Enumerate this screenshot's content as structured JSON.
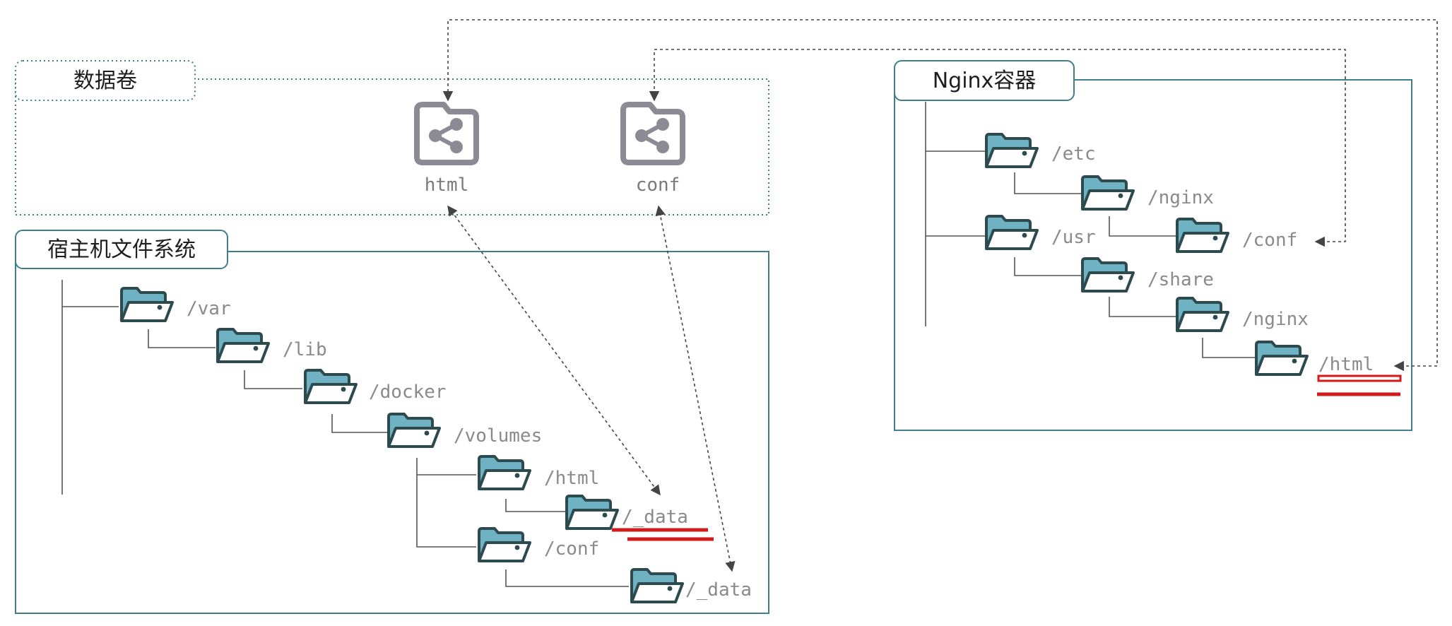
{
  "volumes_panel": {
    "title": "数据卷",
    "items": [
      {
        "label": "html",
        "icon": "shared-folder-icon"
      },
      {
        "label": "conf",
        "icon": "shared-folder-icon"
      }
    ]
  },
  "host_panel": {
    "title": "宿主机文件系统",
    "tree": [
      "/var",
      "/lib",
      "/docker",
      "/volumes",
      "/html",
      "/_data",
      "/conf",
      "/_data"
    ]
  },
  "container_panel": {
    "title": "Nginx容器",
    "tree": [
      "/etc",
      "/nginx",
      "/conf",
      "/usr",
      "/share",
      "/nginx",
      "/html"
    ]
  },
  "colors": {
    "panel_border": "#3f7f8c",
    "folder_fill": "#6eb2c4",
    "folder_stroke": "#2d4a4f",
    "volume_icon": "#8c8a94",
    "highlight": "#d21a1a",
    "tree_line": "#555555",
    "arrow": "#444444"
  }
}
